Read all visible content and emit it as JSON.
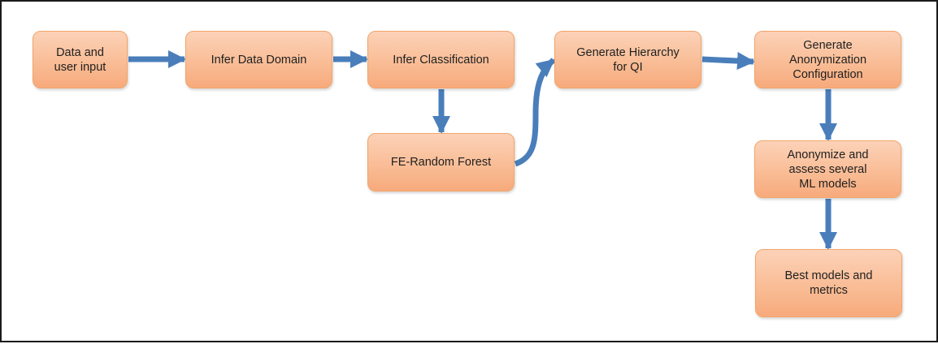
{
  "diagram": {
    "nodes": {
      "data_input": "Data and\nuser input",
      "infer_domain": "Infer Data Domain",
      "infer_classification": "Infer Classification",
      "fe_random_forest": "FE-Random Forest",
      "generate_hierarchy": "Generate Hierarchy\nfor QI",
      "generate_config": "Generate\nAnonymization\nConfiguration",
      "anonymize_assess": "Anonymize and\nassess several\nML models",
      "best_models": "Best models and\nmetrics"
    },
    "edges": [
      [
        "data_input",
        "infer_domain"
      ],
      [
        "infer_domain",
        "infer_classification"
      ],
      [
        "infer_classification",
        "fe_random_forest"
      ],
      [
        "fe_random_forest",
        "generate_hierarchy"
      ],
      [
        "generate_hierarchy",
        "generate_config"
      ],
      [
        "generate_config",
        "anonymize_assess"
      ],
      [
        "anonymize_assess",
        "best_models"
      ]
    ],
    "colors": {
      "node_fill_top": "#fcd2b8",
      "node_fill_bottom": "#f7aa7c",
      "node_border": "#f2a56a",
      "arrow": "#4a7ebb",
      "frame": "#1a1a1a"
    }
  }
}
